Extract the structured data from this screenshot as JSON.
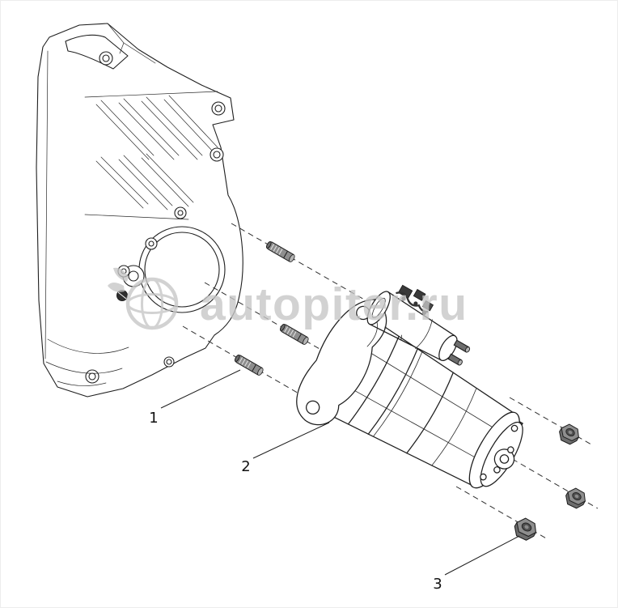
{
  "watermark": {
    "text": "autopiter.ru",
    "color": "#c6c6c6",
    "icon": "globe-leaf-icon"
  },
  "callouts": [
    {
      "label": "1"
    },
    {
      "label": "2"
    },
    {
      "label": "3"
    }
  ],
  "colors": {
    "background": "#ffffff",
    "line": "#1f1f1f",
    "metal_shade": "#8e8e8e"
  }
}
